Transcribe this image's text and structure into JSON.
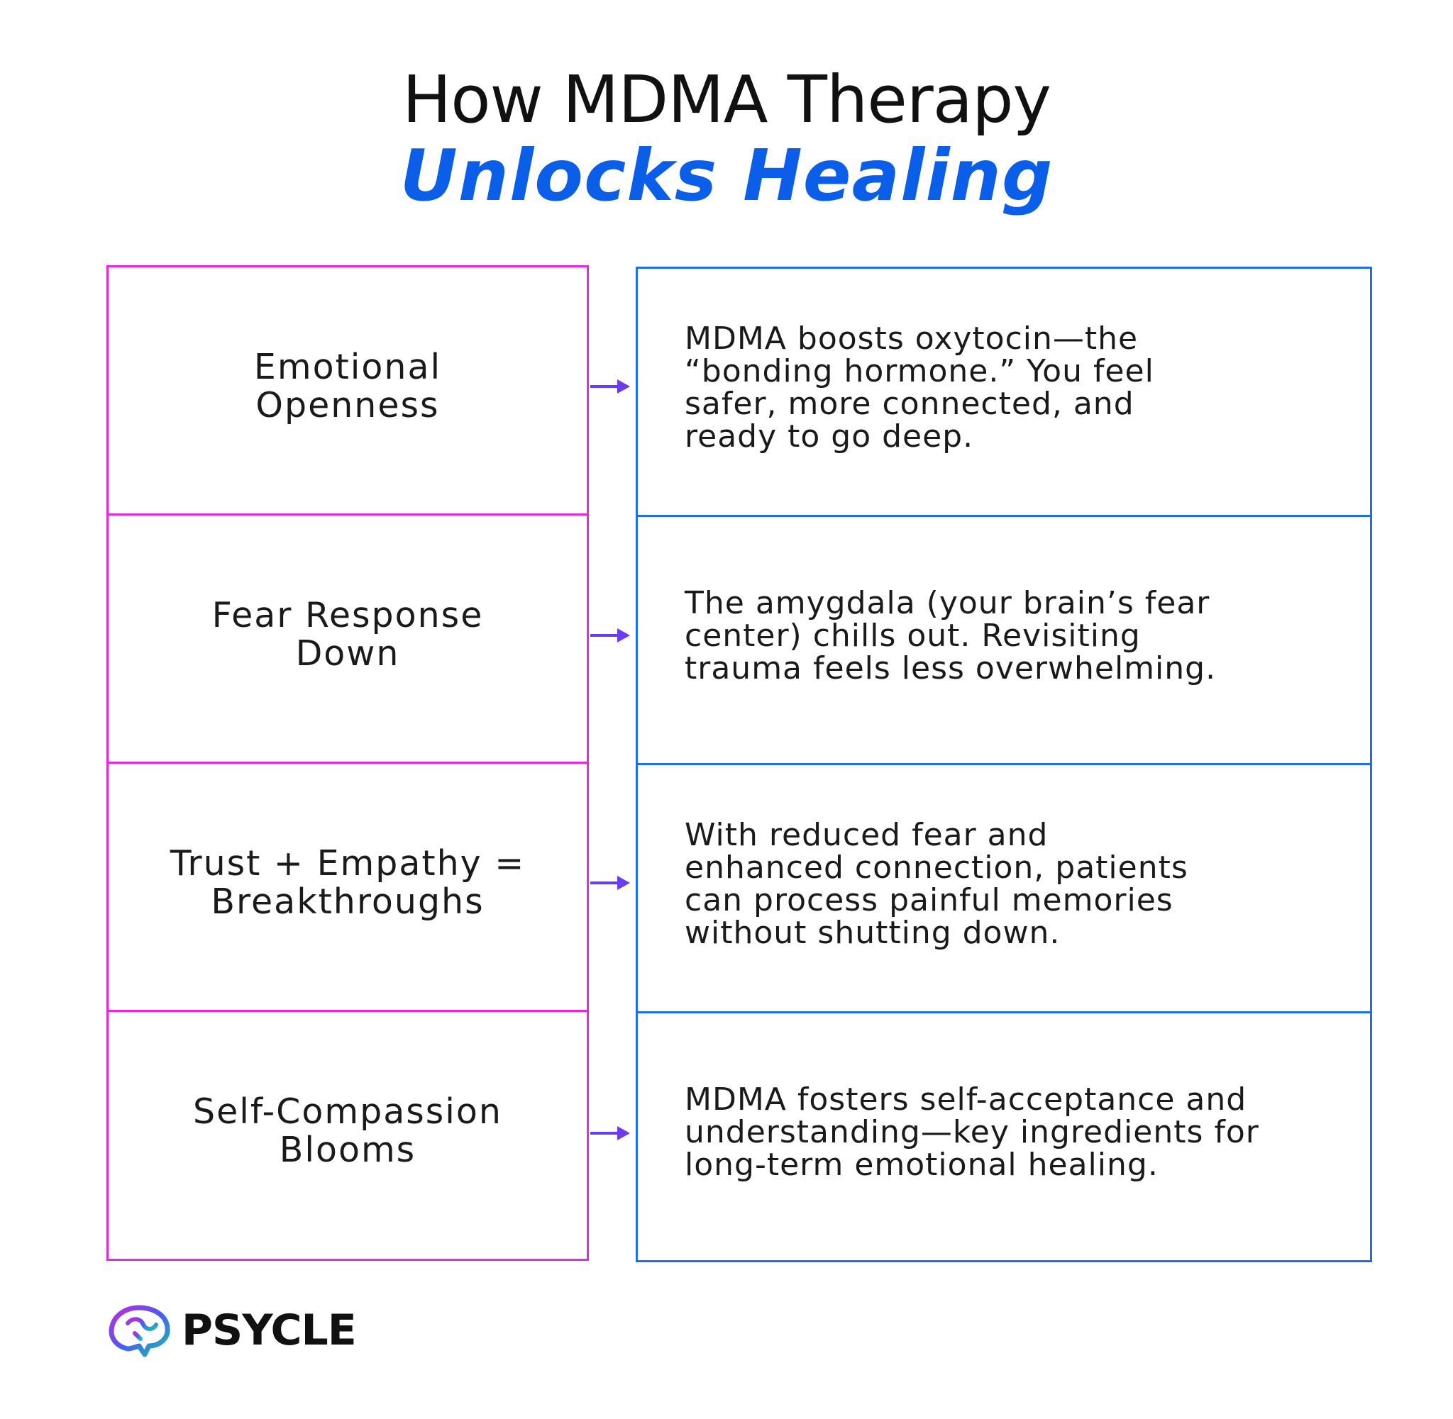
{
  "title": {
    "line1": "How MDMA Therapy",
    "line2": "Unlocks Healing"
  },
  "colors": {
    "accent_blue": "#0a5ee8",
    "left_border": "#e828dc",
    "right_border": "#1f6ee6",
    "arrow": "#6a3cf0"
  },
  "rows": [
    {
      "label": "Emotional\nOpenness",
      "description": "MDMA boosts oxytocin—the\n“bonding hormone.” You feel\nsafer, more connected, and\nready to go deep."
    },
    {
      "label": "Fear Response\nDown",
      "description": "The amygdala (your brain’s fear\ncenter) chills out. Revisiting\ntrauma feels less overwhelming."
    },
    {
      "label": "Trust + Empathy =\nBreakthroughs",
      "description": "With reduced fear and\nenhanced connection, patients\ncan process painful memories\nwithout shutting down."
    },
    {
      "label": "Self-Compassion\nBlooms",
      "description": "MDMA fosters self-acceptance and\nunderstanding—key ingredients for\nlong-term emotional healing."
    }
  ],
  "brand": {
    "name": "PSYCLE",
    "icon": "brain-logo-icon"
  }
}
